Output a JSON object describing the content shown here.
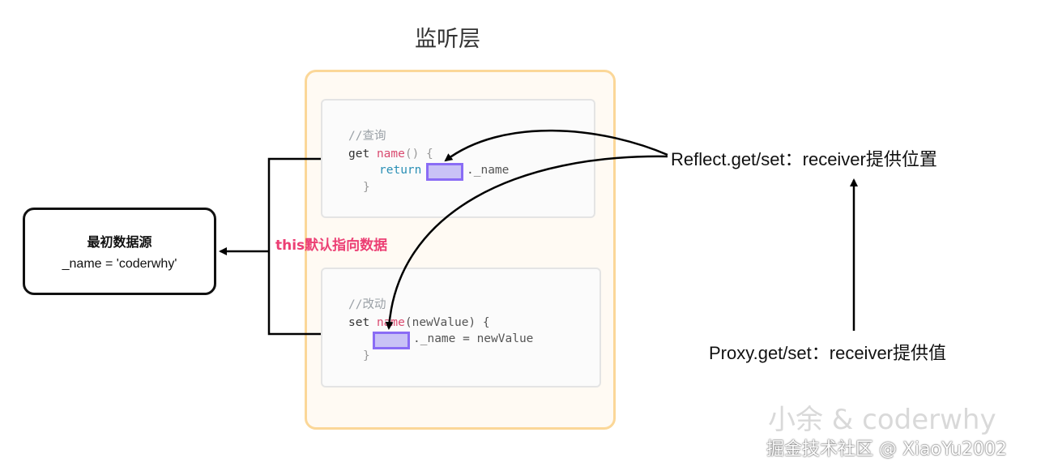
{
  "title": "监听层",
  "source": {
    "title": "最初数据源",
    "value": "_name = 'coderwhy'"
  },
  "this_label": "this默认指向数据",
  "getter": {
    "comment": "//查询",
    "kw": "get",
    "name": "name",
    "parens": "() {",
    "return_kw": "return",
    "suffix": "._name",
    "close": "}"
  },
  "setter": {
    "comment": "//改动",
    "kw": "set",
    "name": "name",
    "params": "(newValue) {",
    "suffix": "._name = newValue",
    "close": "}"
  },
  "reflect_label": "Reflect.get/set：receiver提供位置",
  "proxy_label": "Proxy.get/set：receiver提供值",
  "watermark": {
    "line1": "小余 & coderwhy",
    "line2": "掘金技术社区 @ XiaoYu2002"
  },
  "colors": {
    "highlight_border": "#8a6cf5",
    "container_border": "#fbd798",
    "this_label": "#ec3f74"
  }
}
